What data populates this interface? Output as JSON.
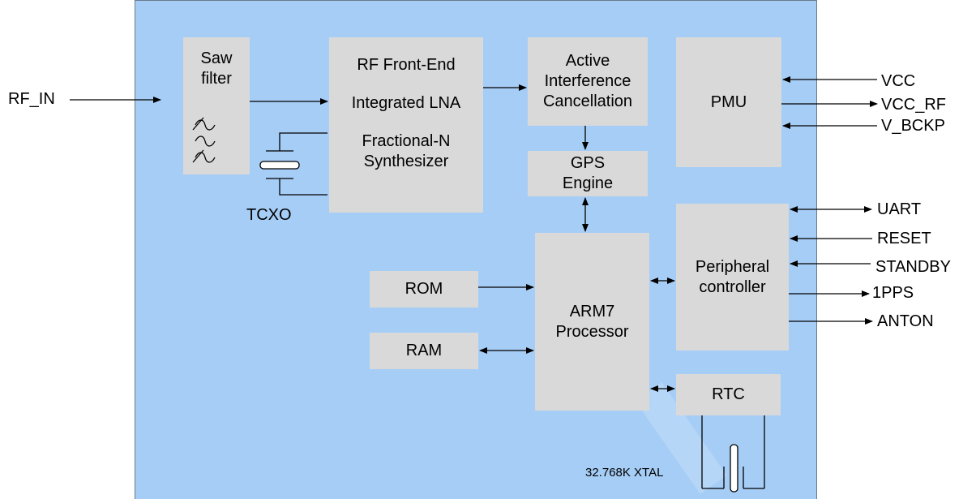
{
  "blocks": {
    "saw_line1": "Saw",
    "saw_line2": "filter",
    "rf_line1": "RF Front-End",
    "rf_line2": "Integrated LNA",
    "rf_line3": "Fractional-N",
    "rf_line4": "Synthesizer",
    "aic_line1": "Active",
    "aic_line2": "Interference",
    "aic_line3": "Cancellation",
    "pmu": "PMU",
    "gps_line1": "GPS",
    "gps_line2": "Engine",
    "rom": "ROM",
    "ram": "RAM",
    "arm_line1": "ARM7",
    "arm_line2": "Processor",
    "periph_line1": "Peripheral",
    "periph_line2": "controller",
    "rtc": "RTC"
  },
  "signals": {
    "rf_in": "RF_IN",
    "vcc": "VCC",
    "vcc_rf": "VCC_RF",
    "v_bckp": "V_BCKP",
    "uart": "UART",
    "reset": "RESET",
    "standby": "STANDBY",
    "pps": "1PPS",
    "anton": "ANTON"
  },
  "components": {
    "tcxo": "TCXO",
    "xtal": "32.768K XTAL"
  },
  "colors": {
    "chip_bg": "#a6cdf6",
    "block_bg": "#d9d9d9"
  }
}
